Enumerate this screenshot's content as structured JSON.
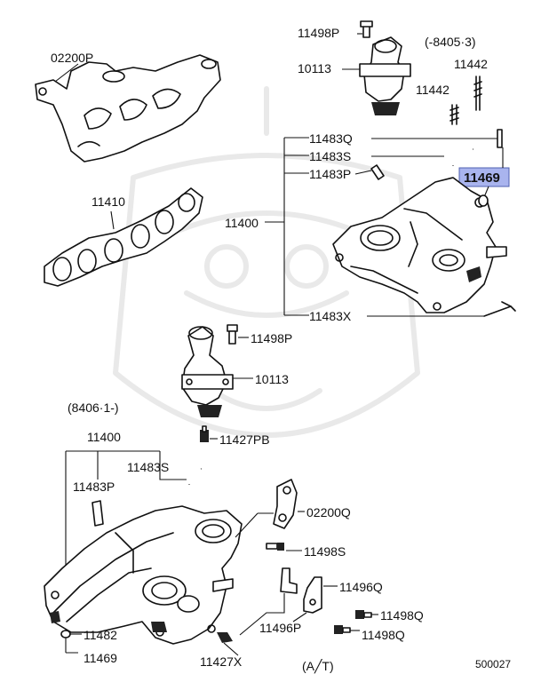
{
  "callouts": {
    "exhaust_manifold": "02200P",
    "gasket": "11410",
    "bolt_top": "11498P",
    "outlet_top": "10113",
    "date_range_top": "(-8405·3)",
    "stud_1": "11442",
    "stud_2": "11442",
    "hose_q": "11483Q",
    "hose_s_top": "11483S",
    "hose_p_top": "11483P",
    "highlighted_part": "11469",
    "intake_manifold_top": "11400",
    "bracket_x": "11483X",
    "bolt_mid": "11498P",
    "outlet_mid": "10113",
    "date_range_bottom": "(8406·1-)",
    "sensor": "11427PB",
    "intake_manifold_bottom": "11400",
    "hose_s_bottom": "11483S",
    "hose_p_bottom": "11483P",
    "bracket_q": "02200Q",
    "bolt_s": "11498S",
    "bracket_96q": "11496Q",
    "bolt_q1": "11498Q",
    "bracket_96p": "11496P",
    "bolt_q2": "11498Q",
    "nut": "11482",
    "washer": "11469",
    "sensor_x": "11427X",
    "transmission": "(A╱T)",
    "diagram_number": "500027"
  },
  "highlight_color": "#a9b4ee"
}
